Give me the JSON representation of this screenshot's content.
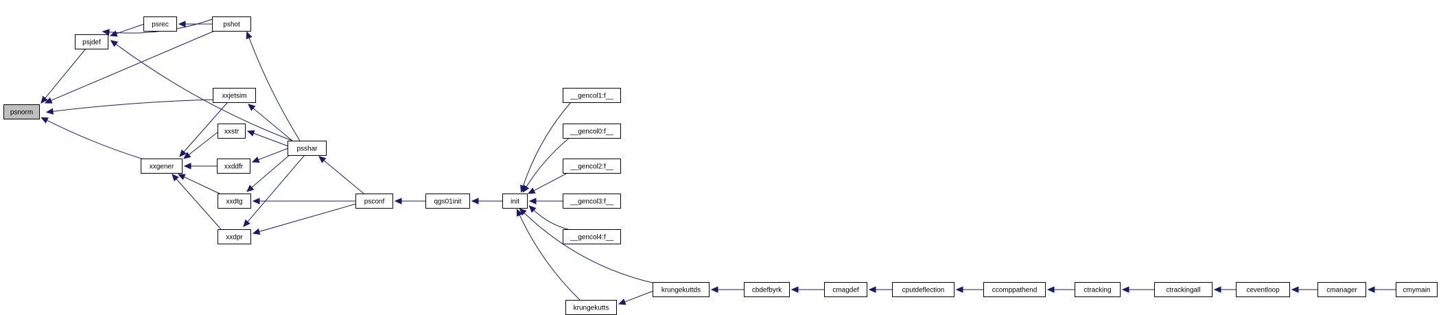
{
  "graph": {
    "nodes": [
      {
        "id": "psnorm",
        "label": "psnorm",
        "highlight": true
      },
      {
        "id": "psjdef",
        "label": "psjdef"
      },
      {
        "id": "psrec",
        "label": "psrec"
      },
      {
        "id": "pshot",
        "label": "pshot"
      },
      {
        "id": "xxjetsim",
        "label": "xxjetsim"
      },
      {
        "id": "xxstr",
        "label": "xxstr"
      },
      {
        "id": "xxgener",
        "label": "xxgener"
      },
      {
        "id": "xxddfr",
        "label": "xxddfr"
      },
      {
        "id": "xxdtg",
        "label": "xxdtg"
      },
      {
        "id": "xxdpr",
        "label": "xxdpr"
      },
      {
        "id": "psshar",
        "label": "psshar"
      },
      {
        "id": "psconf",
        "label": "psconf"
      },
      {
        "id": "qgs01init",
        "label": "qgs01init"
      },
      {
        "id": "init",
        "label": "init"
      },
      {
        "id": "gencol1",
        "label": "__gencol1:f__"
      },
      {
        "id": "gencol0",
        "label": "__gencol0:f__"
      },
      {
        "id": "gencol2",
        "label": "__gencol2:f__"
      },
      {
        "id": "gencol3",
        "label": "__gencol3:f__"
      },
      {
        "id": "gencol4",
        "label": "__gencol4:f__"
      },
      {
        "id": "krungekuttds",
        "label": "krungekuttds"
      },
      {
        "id": "krungekutts",
        "label": "krungekutts"
      },
      {
        "id": "cbdefbyrk",
        "label": "cbdefbyrk"
      },
      {
        "id": "cmagdef",
        "label": "cmagdef"
      },
      {
        "id": "cputdeflection",
        "label": "cputdeflection"
      },
      {
        "id": "ccomppathend",
        "label": "ccomppathend"
      },
      {
        "id": "ctracking",
        "label": "ctracking"
      },
      {
        "id": "ctrackingall",
        "label": "ctrackingall"
      },
      {
        "id": "ceventloop",
        "label": "ceventloop"
      },
      {
        "id": "cmanager",
        "label": "cmanager"
      },
      {
        "id": "cmymain",
        "label": "cmymain"
      }
    ],
    "edges": [
      {
        "from": "psjdef",
        "to": "psnorm"
      },
      {
        "from": "pshot",
        "to": "psnorm"
      },
      {
        "from": "xxjetsim",
        "to": "psnorm"
      },
      {
        "from": "xxgener",
        "to": "psnorm"
      },
      {
        "from": "psrec",
        "to": "psjdef"
      },
      {
        "from": "pshot",
        "to": "psjdef"
      },
      {
        "from": "psshar",
        "to": "psjdef"
      },
      {
        "from": "pshot",
        "to": "psrec"
      },
      {
        "from": "psshar",
        "to": "pshot"
      },
      {
        "from": "psshar",
        "to": "xxjetsim"
      },
      {
        "from": "xxjetsim",
        "to": "xxgener"
      },
      {
        "from": "xxstr",
        "to": "xxgener"
      },
      {
        "from": "xxddfr",
        "to": "xxgener"
      },
      {
        "from": "xxdtg",
        "to": "xxgener"
      },
      {
        "from": "xxdpr",
        "to": "xxgener"
      },
      {
        "from": "psshar",
        "to": "xxstr"
      },
      {
        "from": "psshar",
        "to": "xxddfr"
      },
      {
        "from": "psshar",
        "to": "xxdtg"
      },
      {
        "from": "psconf",
        "to": "xxdtg"
      },
      {
        "from": "psshar",
        "to": "xxdpr"
      },
      {
        "from": "psconf",
        "to": "xxdpr"
      },
      {
        "from": "psconf",
        "to": "psshar"
      },
      {
        "from": "qgs01init",
        "to": "psconf"
      },
      {
        "from": "init",
        "to": "qgs01init"
      },
      {
        "from": "gencol1",
        "to": "init"
      },
      {
        "from": "gencol0",
        "to": "init"
      },
      {
        "from": "gencol2",
        "to": "init"
      },
      {
        "from": "gencol3",
        "to": "init"
      },
      {
        "from": "gencol4",
        "to": "init"
      },
      {
        "from": "krungekuttds",
        "to": "init"
      },
      {
        "from": "krungekutts",
        "to": "init"
      },
      {
        "from": "krungekuttds",
        "to": "krungekutts"
      },
      {
        "from": "cbdefbyrk",
        "to": "krungekuttds"
      },
      {
        "from": "cmagdef",
        "to": "cbdefbyrk"
      },
      {
        "from": "cputdeflection",
        "to": "cmagdef"
      },
      {
        "from": "ccomppathend",
        "to": "cputdeflection"
      },
      {
        "from": "ctracking",
        "to": "ccomppathend"
      },
      {
        "from": "ctrackingall",
        "to": "ctracking"
      },
      {
        "from": "ceventloop",
        "to": "ctrackingall"
      },
      {
        "from": "cmanager",
        "to": "ceventloop"
      },
      {
        "from": "cmymain",
        "to": "cmanager"
      }
    ],
    "colors": {
      "edge": "#191970",
      "node_border": "#000000",
      "node_fill": "#ffffff",
      "highlight_fill": "#bfbfbf"
    }
  }
}
